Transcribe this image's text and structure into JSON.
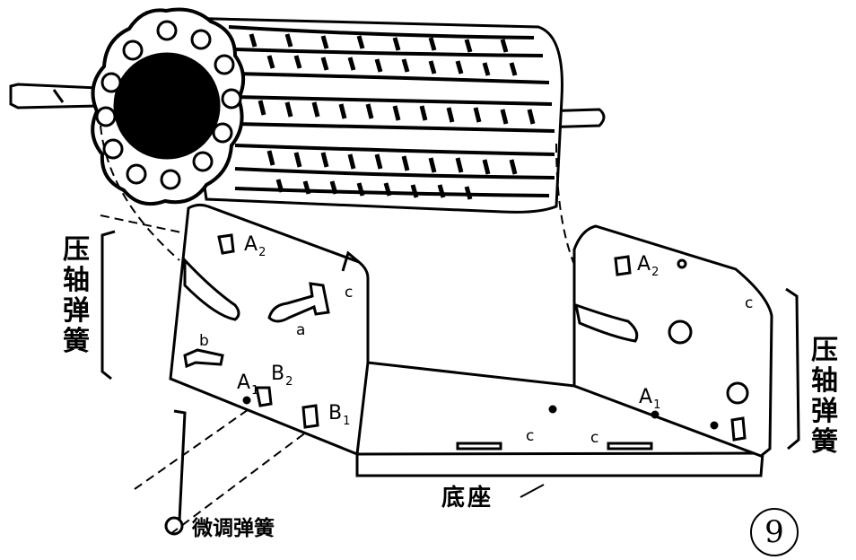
{
  "labels": {
    "press_spring_left": "压轴弹簧",
    "press_spring_right": "压轴弹簧",
    "base": "底座",
    "fine_spring": "微调弹簧",
    "figure_number": "9"
  },
  "points": {
    "a2_left": {
      "letter": "A",
      "sub": "2"
    },
    "a2_right": {
      "letter": "A",
      "sub": "2"
    },
    "a1_left": {
      "letter": "A",
      "sub": "1"
    },
    "a1_right": {
      "letter": "A",
      "sub": "1"
    },
    "b2": {
      "letter": "B",
      "sub": "2"
    },
    "b1": {
      "letter": "B",
      "sub": "1"
    },
    "c_left_plate": "c",
    "c_right_plate": "c",
    "c_base_1": "c",
    "c_base_2": "c",
    "a_slot": "a",
    "b_slot": "b"
  }
}
